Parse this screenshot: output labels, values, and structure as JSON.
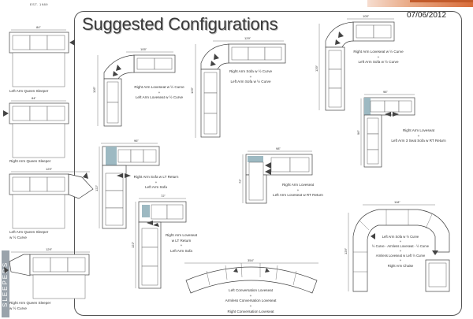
{
  "header": {
    "est": "EST. 1989",
    "title": "Suggested Configurations",
    "date": "07/06/2012"
  },
  "sidebar_tab": "SLEEPERS",
  "colors": {
    "accent": "#d86c3a",
    "tab": "#9aa3ab",
    "highlight": "#9db9c2"
  },
  "sleepers": [
    {
      "dim": "84\"",
      "label": "Left Arm Queen Sleeper"
    },
    {
      "dim": "84\"",
      "label": "Right Arm Queen Sleeper"
    },
    {
      "dim": "129\"",
      "label": "Left Arm Queen Sleeper\nw ½ Curve"
    },
    {
      "dim": "129\"",
      "label": "Right Arm Queen Sleeper\nw ½ Curve"
    }
  ],
  "configs": [
    {
      "id": "c1",
      "w": "105\"",
      "h": "105\"",
      "label": "Right Arm Loveseat w ½ Curve\n+\nLeft Arm Loveseat w ½ Curve"
    },
    {
      "id": "c2",
      "w": "129\"",
      "h": "129\"",
      "label": "Right Arm Sofa w ½ Curve\n+\nLeft Arm Sofa w ½ Curve"
    },
    {
      "id": "c3",
      "w": "105\"",
      "h": "129\"",
      "label": "Right Arm Loveseat w ½ Curve\n+\nLeft Arm Sofa w ½ Curve"
    },
    {
      "id": "c4",
      "w": "98\"",
      "h": "96\"",
      "label": "Right Arm Loveseat\n+\nLeft Arm 3 Seat Sofa w RT Return"
    },
    {
      "id": "c5",
      "w": "96\"",
      "h": "122\"",
      "label": "Right Arm Sofa w LT Return\n+\nLeft Arm Sofa"
    },
    {
      "id": "c6",
      "w": "98\"",
      "h": "72\"",
      "label": "Right Arm Loveseat\n+\nLeft Arm Loveseat w RT Return"
    },
    {
      "id": "c7",
      "w": "72\"",
      "h": "122\"",
      "label": "Right Arm Loveseat\nw LT Return\n+\nLeft Arm Sofa"
    },
    {
      "id": "c8",
      "w": "354\"",
      "h": "",
      "label": "Left Conversation Loveseat\n+\nArmless Conversation Loveseat\n+\nRight Conversation Loveseat"
    },
    {
      "id": "c9",
      "w": "118\"",
      "h": "129\"",
      "label": "Left Arm Sofa w ½ Curve\n+\n½ Curve - Armless Loveseat - ½ Curve\n+\nArmless Loveseat w Left ½ Curve\n+\nRight Arm Chaise"
    }
  ]
}
